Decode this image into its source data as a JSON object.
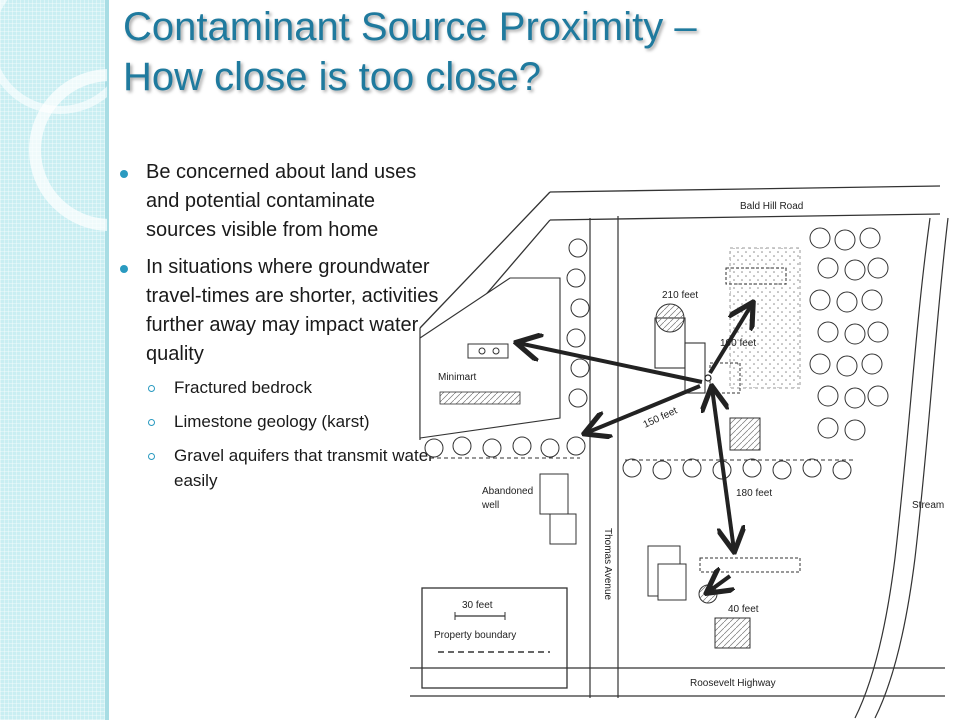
{
  "title": {
    "line1": "Contaminant Source Proximity –",
    "line2": "How close is too close?"
  },
  "bullets": [
    {
      "text": "Be concerned about land uses and potential contaminate sources visible from home"
    },
    {
      "text": "In situations where groundwater travel-times are shorter, activities further away may impact water quality"
    }
  ],
  "sub_bullets": [
    {
      "text": "Fractured bedrock"
    },
    {
      "text": "Limestone geology (karst)"
    },
    {
      "text": "Gravel aquifers that transmit water easily"
    }
  ],
  "map": {
    "road_top": "Bald Hill Road",
    "road_bottom": "Roosevelt Highway",
    "avenue": "Thomas Avenue",
    "minimart": "Minimart",
    "abandoned_well_1": "Abandoned",
    "abandoned_well_2": "well",
    "stream": "Stream",
    "dist_210": "210 feet",
    "dist_100": "100 feet",
    "dist_150": "150 feet",
    "dist_180": "180 feet",
    "dist_40": "40 feet",
    "scale": "30 feet",
    "property_boundary": "Property boundary"
  }
}
